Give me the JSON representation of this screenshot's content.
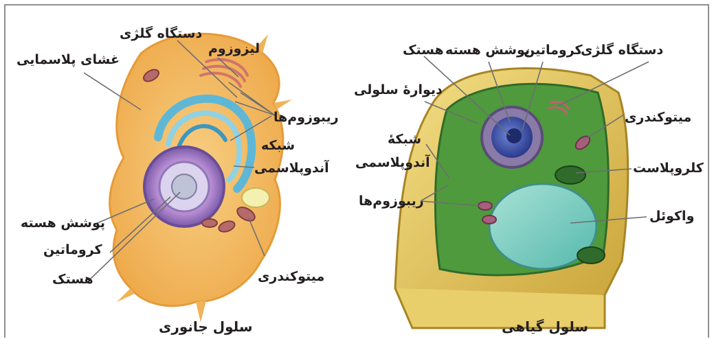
{
  "animal_cell": {
    "caption": "سلول جانوری",
    "labels": {
      "plasma_membrane": "غشای پلاسمایی",
      "golgi": "دستگاه گلژی",
      "lysosome": "لیزوزوم",
      "ribosomes": "ریبوزوم‌ها",
      "er_line1": "شبکه",
      "er_line2": "آندوپلاسمی",
      "nuclear_envelope": "پوشش هسته",
      "chromatin": "کروماتین",
      "nucleolus": "هستک",
      "mitochondrion": "میتوکندری"
    }
  },
  "plant_cell": {
    "caption": "سلول گیاهی",
    "labels": {
      "golgi": "دستگاه گلژی",
      "chromatin": "کروماتین",
      "nuclear_envelope": "پوشش هسته",
      "nucleolus": "هستک",
      "cell_wall": "دیوارهٔ سلولی",
      "mitochondrion": "میتوکندری",
      "er_line1": "شبکهٔ",
      "er_line2": "آندوپلاسمی",
      "chloroplast": "کلروپلاست",
      "ribosomes": "ریبوزوم‌ها",
      "vacuole": "واکوئل"
    }
  },
  "colors": {
    "frame": "#8f8f8f",
    "leader_line": "#6d6e71",
    "animal_cytoplasm": "#f3b865",
    "animal_er": "#5fb7d6",
    "animal_nucleus": "#b98fd0",
    "plant_wall": "#e8c95a",
    "plant_cytoplasm": "#4f9a3c",
    "plant_vacuole": "#7fcfc4",
    "plant_nucleus": "#3c4fa8",
    "chloroplast": "#2f6b2a"
  }
}
